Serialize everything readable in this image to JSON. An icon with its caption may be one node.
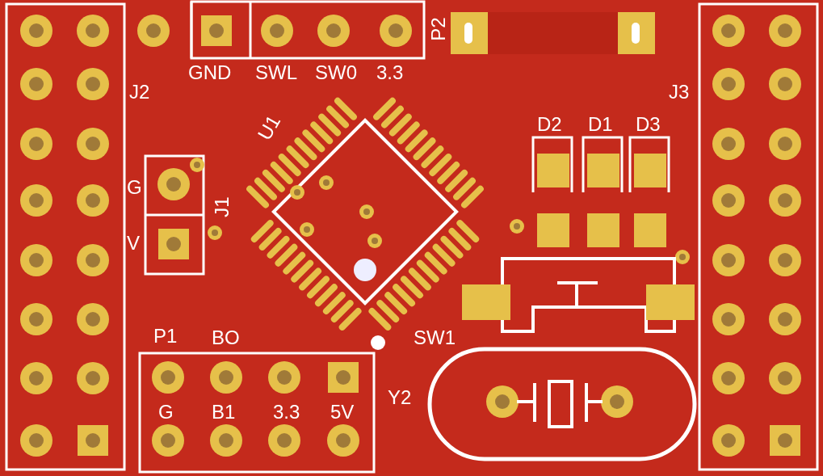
{
  "diagram": {
    "labels": [
      "GND",
      "SWL",
      "SW0",
      "3.3",
      "P2",
      "J2",
      "J3",
      "U1",
      "D2",
      "D1",
      "D3",
      "G",
      "V",
      "J1",
      "P1",
      "BO",
      "SW1",
      "G",
      "B1",
      "3.3",
      "5V",
      "Y2"
    ]
  }
}
